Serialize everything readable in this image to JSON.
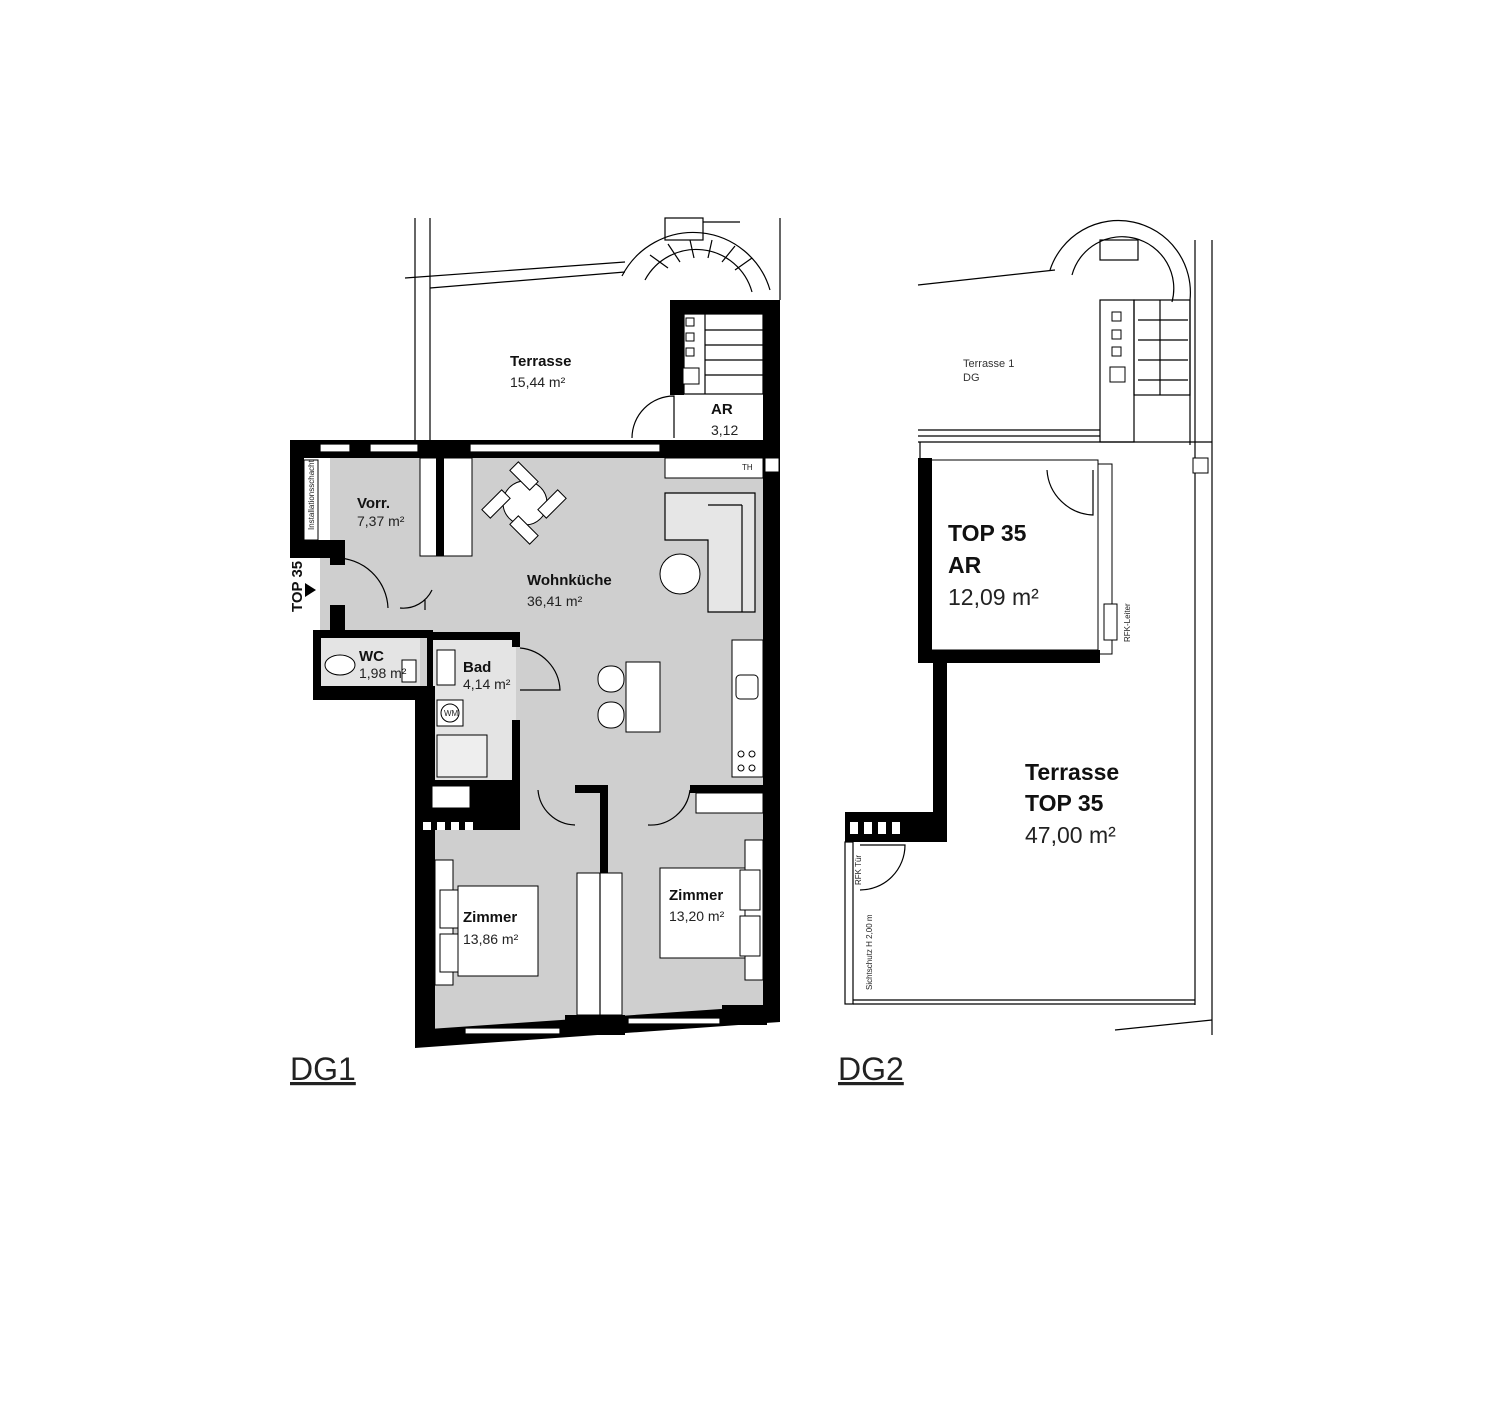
{
  "dg1": {
    "level_label": "DG1",
    "entrance_label": "TOP 35",
    "shaft_label": "Installationsschacht",
    "th_label": "TH",
    "wm_label": "WM",
    "rooms": [
      {
        "name": "Terrasse",
        "area": "15,44 m²"
      },
      {
        "name": "AR",
        "area": "3,12"
      },
      {
        "name": "Vorr.",
        "area": "7,37 m²"
      },
      {
        "name": "Wohnküche",
        "area": "36,41 m²"
      },
      {
        "name": "WC",
        "area": "1,98 m²"
      },
      {
        "name": "Bad",
        "area": "4,14 m²"
      },
      {
        "name": "Zimmer",
        "area": "13,86 m²"
      },
      {
        "name": "Zimmer",
        "area": "13,20 m²"
      }
    ]
  },
  "dg2": {
    "level_label": "DG2",
    "terrace1_line1": "Terrasse 1",
    "terrace1_line2": "DG",
    "storage": {
      "line1": "TOP 35",
      "line2": "AR",
      "area": "12,09 m²"
    },
    "terrace": {
      "line1": "Terrasse",
      "line2": "TOP 35",
      "area": "47,00 m²"
    },
    "ladder_label": "RFK-Leiter",
    "door_label": "RFK Tür",
    "screen_label": "Sichtschutz H 2,00 m"
  },
  "colors": {
    "wall": "#000000",
    "floor": "#cfcfcf",
    "wet_floor": "#e4e4e4"
  }
}
